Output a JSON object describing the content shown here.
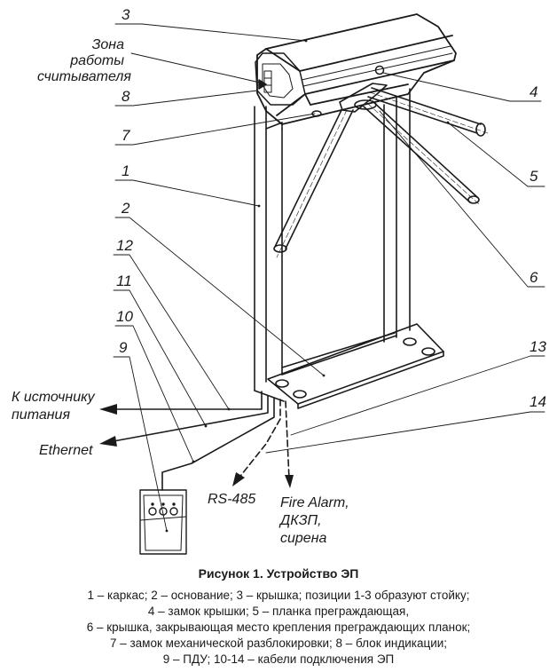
{
  "callouts": {
    "n1": "1",
    "n2": "2",
    "n3": "3",
    "n4": "4",
    "n5": "5",
    "n6": "6",
    "n7": "7",
    "n8": "8",
    "n9": "9",
    "n10": "10",
    "n11": "11",
    "n12": "12",
    "n13": "13",
    "n14": "14"
  },
  "labels": {
    "reader_zone_line1": "Зона работы",
    "reader_zone_line2": "считывателя",
    "power_line1": "К источнику",
    "power_line2": "питания",
    "ethernet": "Ethernet",
    "rs485": "RS-485",
    "fire_line1": "Fire Alarm,",
    "fire_line2": "ДКЗП,",
    "fire_line3": "сирена"
  },
  "caption": {
    "title": "Рисунок 1.  Устройство ЭП",
    "lines": [
      "1 – каркас; 2 – основание; 3 – крышка; позиции 1-3 образуют стойку;",
      "4 – замок крышки; 5 – планка преграждающая,",
      "6 – крышка, закрывающая место крепления преграждающих планок;",
      "7 – замок механической разблокировки; 8 – блок индикации;",
      "9 – ПДУ; 10-14 – кабели подключения ЭП"
    ]
  },
  "colors": {
    "ink": "#1a1a1a",
    "background": "#ffffff"
  }
}
